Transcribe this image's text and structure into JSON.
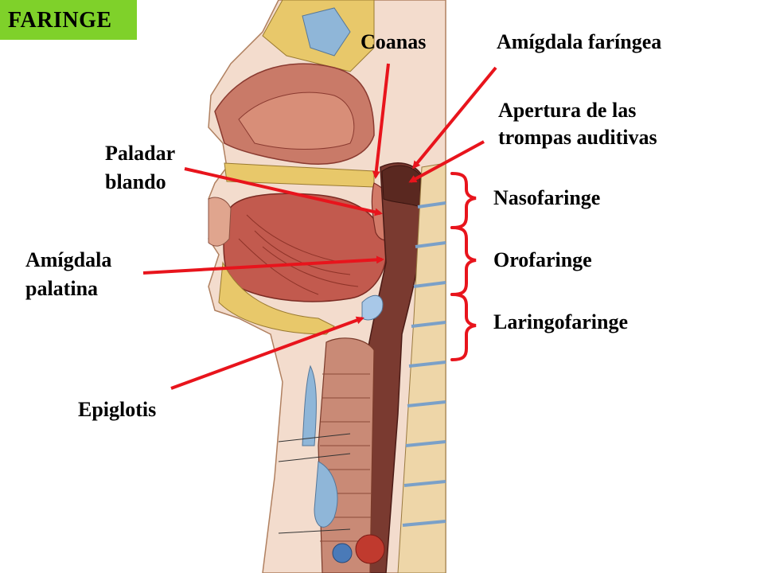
{
  "title": "FARINGE",
  "labels": {
    "coanas": "Coanas",
    "amigdala_faringea": "Amígdala faríngea",
    "apertura_l1": "Apertura de las",
    "apertura_l2": "trompas auditivas",
    "paladar_l1": "Paladar",
    "paladar_l2": "blando",
    "nasofaringe": "Nasofaringe",
    "orofaringe": "Orofaringe",
    "laringofaringe": "Laringofaringe",
    "amigdala_palatina_l1": "Amígdala",
    "amigdala_palatina_l2": "palatina",
    "epiglotis": "Epiglotis"
  },
  "colors": {
    "title_bg": "#7fd12a",
    "arrow": "#e8141c",
    "tissue": "#c4655a",
    "bone": "#e8c86a",
    "skin": "#f3dccd"
  }
}
